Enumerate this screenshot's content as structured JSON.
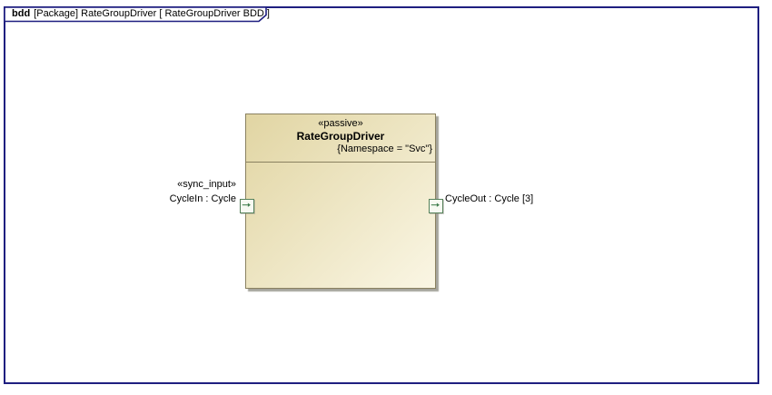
{
  "colors": {
    "canvas": "#ffffff",
    "text": "#000000",
    "frame-border": "#1f1f80",
    "block-border": "#8a8160",
    "block-fill-start": "#e1d5a3",
    "block-fill-end": "#faf6e4",
    "block-shadow": "#a5a49c",
    "port-border": "#55815a",
    "port-fill": "#f7faf2",
    "port-arrow": "#3f7d4c"
  },
  "frame": {
    "tab": {
      "keyword": "bdd",
      "title": "[Package] RateGroupDriver [ RateGroupDriver BDD ]"
    }
  },
  "block": {
    "stereotype": "«passive»",
    "name": "RateGroupDriver",
    "namespace_constraint": "{Namespace = \"Svc\"}"
  },
  "ports": {
    "input": {
      "stereotype": "«sync_input»",
      "label": "CycleIn : Cycle",
      "direction": "in"
    },
    "output": {
      "label": "CycleOut : Cycle [3]",
      "direction": "out"
    }
  }
}
